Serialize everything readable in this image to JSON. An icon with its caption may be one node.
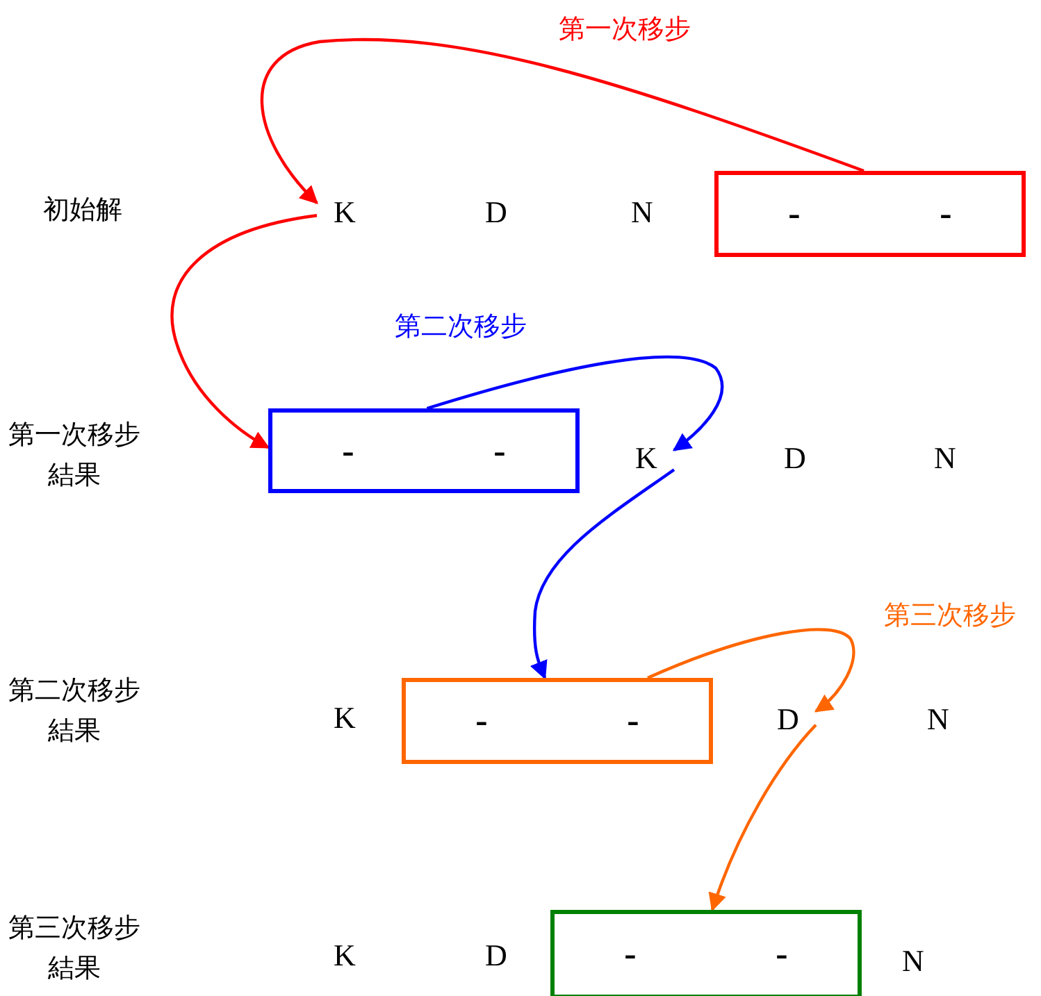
{
  "diagram": {
    "nodes": [
      {
        "text": [
          "K"
        ]
      },
      {
        "text": [
          "D"
        ]
      },
      {
        "text": [
          "N"
        ]
      },
      {
        "text": [
          "-",
          "-"
        ]
      },
      {
        "text": [
          "-",
          "-"
        ]
      },
      {
        "text": [
          "K"
        ]
      },
      {
        "text": [
          "D"
        ]
      },
      {
        "text": [
          "N"
        ]
      },
      {
        "text": [
          "K"
        ]
      },
      {
        "text": [
          "-",
          "-"
        ]
      },
      {
        "text": [
          "D"
        ]
      },
      {
        "text": [
          "N"
        ]
      },
      {
        "text": [
          "K"
        ]
      },
      {
        "text": [
          "D"
        ]
      },
      {
        "text": [
          "-",
          "-"
        ]
      },
      {
        "text": [
          "N"
        ]
      }
    ],
    "edges": [
      {
        "from": 3,
        "to": 0,
        "arrow": "to",
        "label": "第一次移步",
        "color": "#ff0000"
      },
      {
        "from": 0,
        "to": 4,
        "arrow": "to",
        "color": "#ff0000"
      },
      {
        "from": 4,
        "to": 5,
        "arrow": "to",
        "label": "第二次移步",
        "color": "#0000ff"
      },
      {
        "from": 5,
        "to": 9,
        "arrow": "to",
        "color": "#0000ff"
      },
      {
        "from": 9,
        "to": 10,
        "arrow": "to",
        "label": "第三次移步",
        "color": "#ff6600"
      },
      {
        "from": 10,
        "to": 14,
        "arrow": "to",
        "color": "#ff6600"
      }
    ],
    "labels": [
      "初始解",
      "第一次移步結果",
      "第二次移步結果",
      "第三次移步結果"
    ]
  }
}
